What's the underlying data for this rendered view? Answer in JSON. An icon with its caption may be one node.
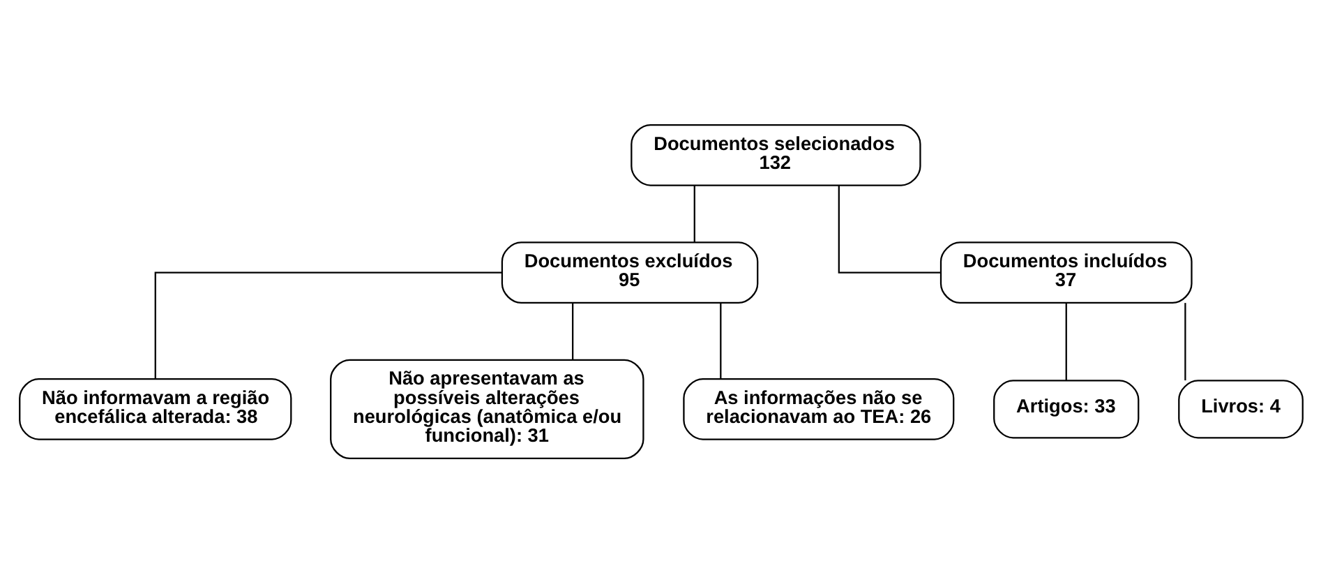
{
  "diagram": {
    "nodes": [
      {
        "text": [
          "Documentos selecionados 132"
        ]
      },
      {
        "text": [
          "Documentos excluídos 95"
        ]
      },
      {
        "text": [
          "Documentos incluídos 37"
        ]
      },
      {
        "text": [
          "Não informavam a região encefálica alterada: 38"
        ]
      },
      {
        "text": [
          "Não apresentavam as possíveis alterações neurológicas (anatômica e/ou funcional): 31"
        ]
      },
      {
        "text": [
          "As informações não se relacionavam ao TEA: 26"
        ]
      },
      {
        "text": [
          "Artigos: 33"
        ]
      },
      {
        "text": [
          "Livros: 4"
        ]
      }
    ],
    "edges": [
      {
        "from": 0,
        "to": 1,
        "arrow": "none"
      },
      {
        "from": 0,
        "to": 2,
        "arrow": "none"
      },
      {
        "from": 1,
        "to": 3,
        "arrow": "none"
      },
      {
        "from": 1,
        "to": 4,
        "arrow": "none"
      },
      {
        "from": 1,
        "to": 5,
        "arrow": "none"
      },
      {
        "from": 2,
        "to": 6,
        "arrow": "none"
      },
      {
        "from": 2,
        "to": 7,
        "arrow": "none"
      }
    ]
  }
}
